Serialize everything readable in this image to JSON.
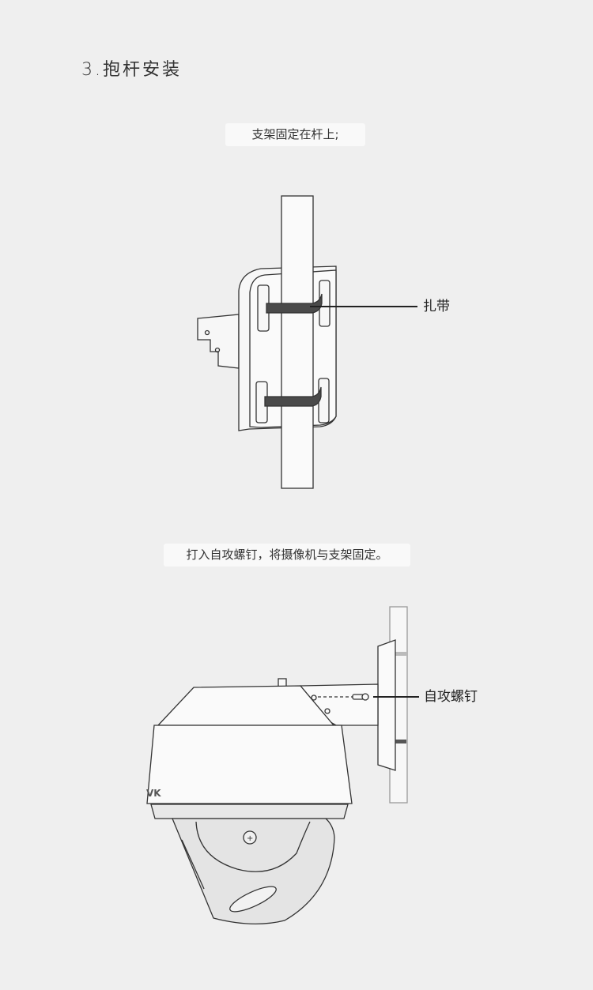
{
  "section_title": "3.抱杆安装",
  "steps": [
    {
      "caption": "支架固定在杆上;",
      "callout": "扎带"
    },
    {
      "caption": "打入自攻螺钉，将摄像机与支架固定。",
      "callout": "自攻螺钉"
    }
  ],
  "logo_text": "VK"
}
